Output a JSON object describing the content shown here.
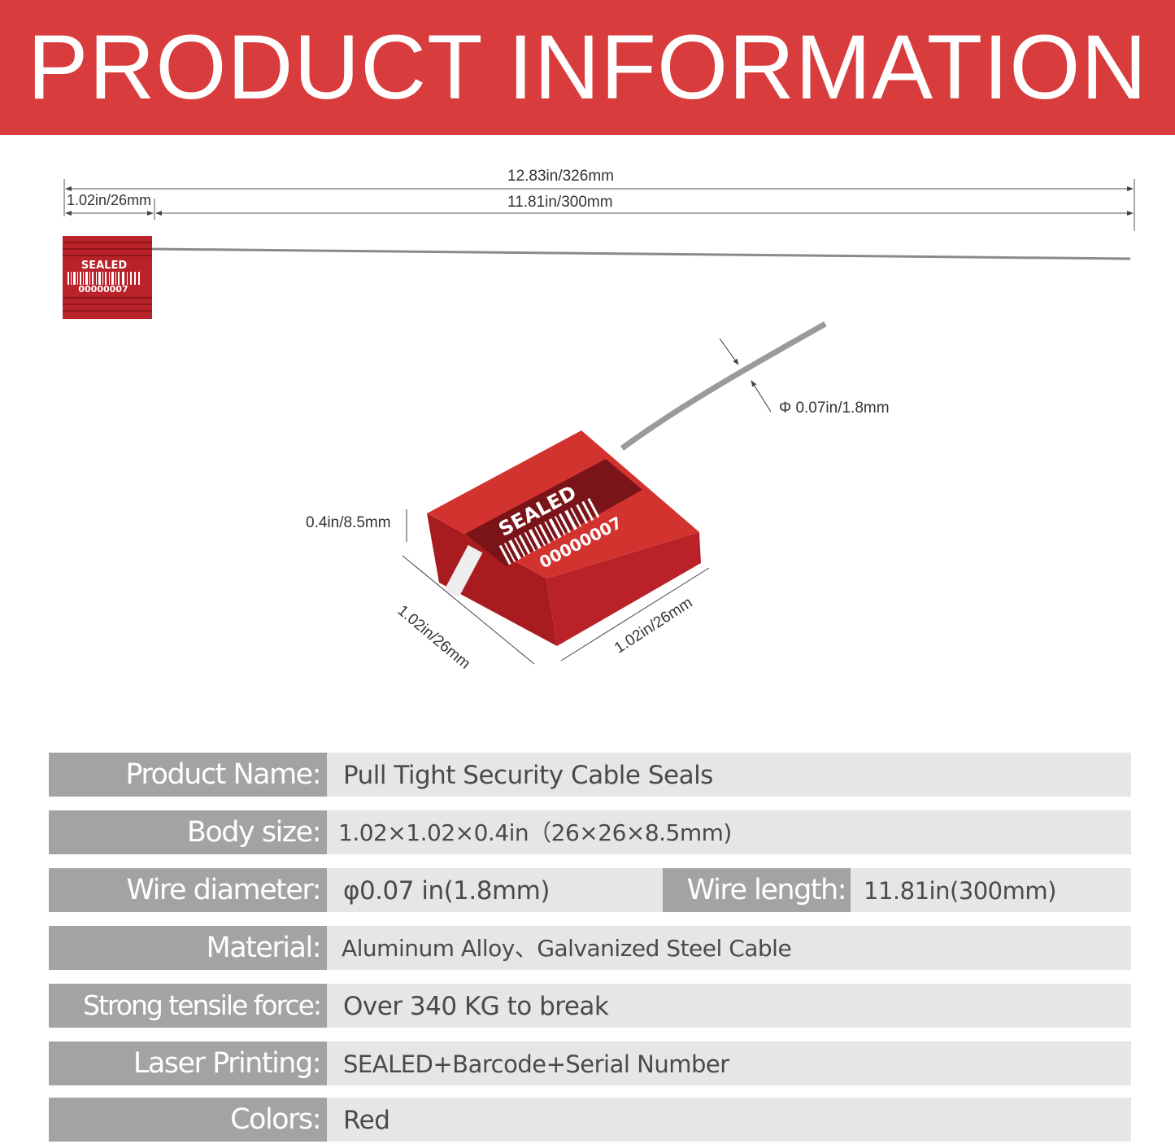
{
  "header": {
    "title": "PRODUCT INFORMATION",
    "color": "#d93c3c"
  },
  "dimensions": {
    "total_length": "12.83in/326mm",
    "body_length": "1.02in/26mm",
    "wire_length": "11.81in/300mm",
    "wire_diameter": "Φ 0.07in/1.8mm",
    "height": "0.4in/8.5mm",
    "depth": "1.02in/26mm",
    "width": "1.02in/26mm"
  },
  "product_print": {
    "word": "SEALED",
    "serial": "00000007",
    "body_color": "#c8282c"
  },
  "specs": [
    {
      "label": "Product Name:",
      "value": "Pull Tight Security Cable Seals"
    },
    {
      "label": "Body size:",
      "value": "1.02×1.02×0.4in（26×26×8.5mm)"
    },
    {
      "label": "Wire diameter:",
      "value": "φ0.07 in(1.8mm)",
      "label2": "Wire length:",
      "value2": "11.81in(300mm)"
    },
    {
      "label": "Material:",
      "value": "Aluminum Alloy、Galvanized Steel Cable"
    },
    {
      "label": "Strong tensile force:",
      "value": "Over 340 KG to break"
    },
    {
      "label": "Laser Printing:",
      "value": "SEALED+Barcode+Serial Number"
    },
    {
      "label": "Colors:",
      "value": "Red"
    }
  ],
  "colors": {
    "label_bg": "#a3a3a3",
    "value_bg": "#e6e6e6"
  }
}
